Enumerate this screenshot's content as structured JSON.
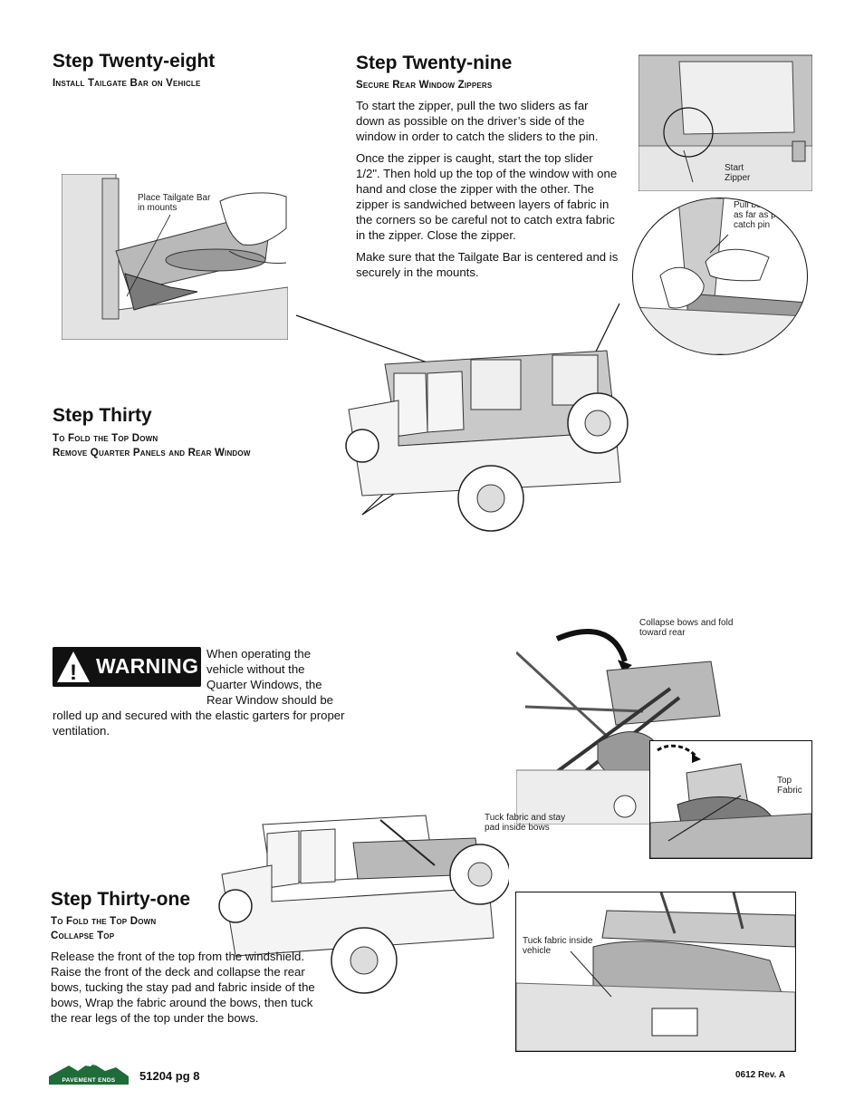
{
  "step28": {
    "title": "Step Twenty-eight",
    "subtitle": "Install Tailgate Bar on Vehicle",
    "caption": "Place Tailgate Bar in mounts"
  },
  "step29": {
    "title": "Step Twenty-nine",
    "subtitle": "Secure Rear Window Zippers",
    "paragraphs": [
      "To start the zipper, pull the two sliders as far down as possible on the driver’s side of the window in order to catch the sliders to the pin.",
      "Once the zipper is caught, start the top slider 1/2\". Then hold up the top of the window with one hand and close the zipper with the other. The zipper is sandwiched between layers of fabric in the corners so be careful not to catch extra fabric in the zipper. Close the zipper.",
      "Make sure that the Tailgate Bar is centered and is securely in the mounts."
    ],
    "caption_start": "Start Zipper",
    "caption_pull": "Pull both sliders down as far as possible to catch pin"
  },
  "step30": {
    "title": "Step Thirty",
    "subtitle_1": "To Fold the Top Down",
    "subtitle_2": "Remove Quarter Panels and Rear Window"
  },
  "warning": {
    "label": "WARNING",
    "symbol": "!",
    "text": "When operating the vehicle without the Quarter Windows, the Rear Window should be rolled up and secured with the elastic garters for proper ventilation."
  },
  "captions": {
    "collapse": "Collapse bows and fold toward rear",
    "top_fabric": "Top Fabric",
    "tuck_stay": "Tuck fabric and stay pad inside bows",
    "tuck_inside": "Tuck fabric inside vehicle"
  },
  "step31": {
    "title": "Step Thirty-one",
    "subtitle_1": "To Fold the Top Down",
    "subtitle_2": "Collapse Top",
    "body": "Release the front of the top from the windshield. Raise the front of the deck and collapse the rear bows, tucking the stay pad and fabric inside of the bows, Wrap the fabric around the bows, then tuck the rear legs of the top under the bows."
  },
  "footer": {
    "logo_text": "PAVEMENT ENDS",
    "page_ref": "51204 pg 8",
    "revision": "0612 Rev. A"
  },
  "colors": {
    "fabric_gray": "#b9b9b9",
    "light_gray": "#d9d9d9",
    "logo_green": "#1f6b3a"
  }
}
